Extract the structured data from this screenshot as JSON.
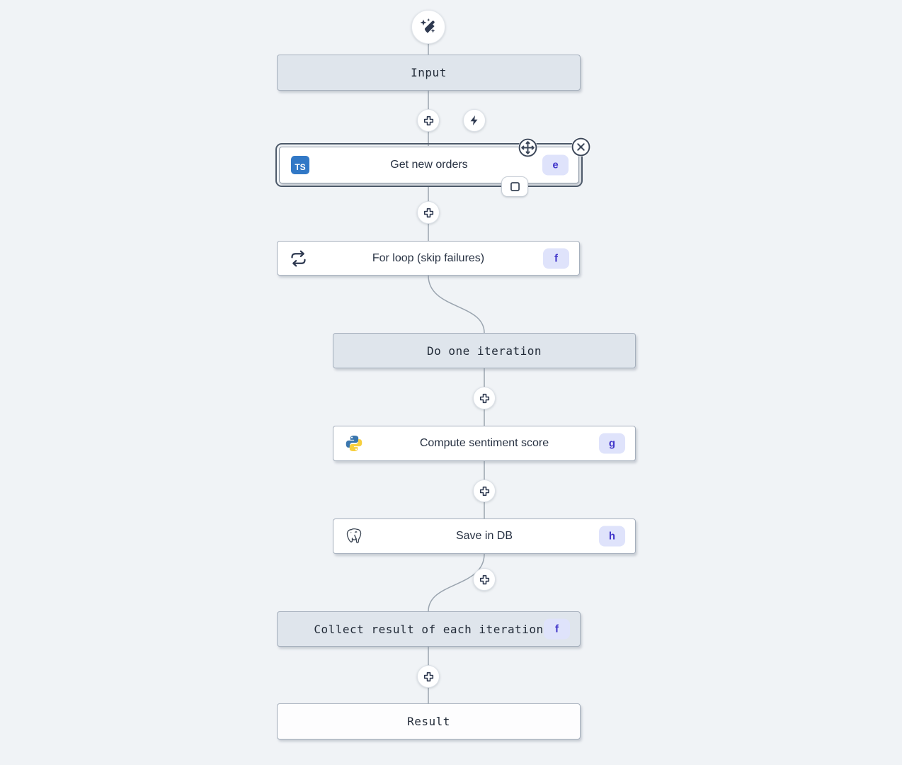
{
  "background": "#f0f3f6",
  "colors": {
    "virtual_node_bg": "#dfe5ec",
    "node_border": "#a6b0bd",
    "selected_ring": "#4e5a6a",
    "badge_bg": "#dfe3fb",
    "badge_text": "#4338ca",
    "typescript_blue": "#3178c6",
    "edge_line": "#9aa4af",
    "icon_dark": "#2e3950"
  },
  "icons": {
    "top": "magic-wand-icon",
    "insert": "plus-icon",
    "trigger": "lightning-icon",
    "drag": "move-crosshair-icon",
    "remove": "close-icon",
    "box": "square-icon",
    "for_loop": "loop-arrows-icon",
    "typescript": "typescript-icon",
    "python": "python-icon",
    "postgresql": "postgresql-icon"
  },
  "nodes": {
    "input": {
      "label": "Input"
    },
    "get_new_orders": {
      "label": "Get new orders",
      "badge": "e",
      "icon_text": "TS",
      "selected": true
    },
    "for_loop": {
      "label": "For loop (skip failures)",
      "badge": "f"
    },
    "do_one_iteration": {
      "label": "Do one iteration"
    },
    "compute_sentiment": {
      "label": "Compute sentiment score",
      "badge": "g"
    },
    "save_in_db": {
      "label": "Save in DB",
      "badge": "h"
    },
    "collect_result": {
      "label": "Collect result of each iteration",
      "badge": "f"
    },
    "result": {
      "label": "Result"
    }
  }
}
